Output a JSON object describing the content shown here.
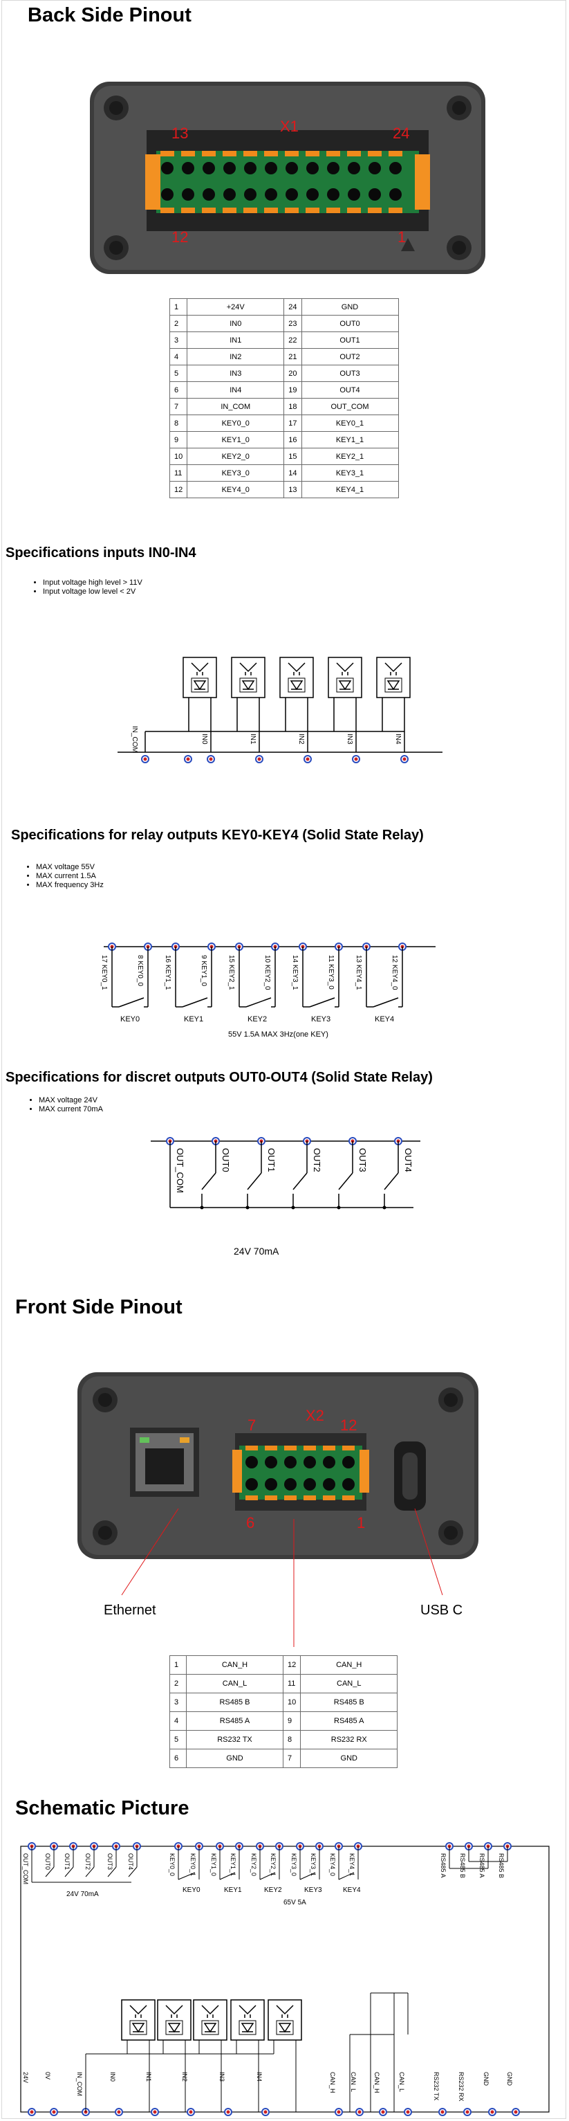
{
  "back": {
    "title": "Back Side Pinout",
    "connector": {
      "label": "X1",
      "pin13": "13",
      "pin24": "24",
      "pin12": "12",
      "pin1": "1"
    },
    "table": [
      [
        "1",
        "+24V",
        "24",
        "GND"
      ],
      [
        "2",
        "IN0",
        "23",
        "OUT0"
      ],
      [
        "3",
        "IN1",
        "22",
        "OUT1"
      ],
      [
        "4",
        "IN2",
        "21",
        "OUT2"
      ],
      [
        "5",
        "IN3",
        "20",
        "OUT3"
      ],
      [
        "6",
        "IN4",
        "19",
        "OUT4"
      ],
      [
        "7",
        "IN_COM",
        "18",
        "OUT_COM"
      ],
      [
        "8",
        "KEY0_0",
        "17",
        "KEY0_1"
      ],
      [
        "9",
        "KEY1_0",
        "16",
        "KEY1_1"
      ],
      [
        "10",
        "KEY2_0",
        "15",
        "KEY2_1"
      ],
      [
        "11",
        "KEY3_0",
        "14",
        "KEY3_1"
      ],
      [
        "12",
        "KEY4_0",
        "13",
        "KEY4_1"
      ]
    ]
  },
  "inputs": {
    "title": "Specifications inputs IN0-IN4",
    "bullets": [
      "Input voltage high level  > 11V",
      "Input voltage low level    < 2V"
    ],
    "labels": [
      "IN_COM",
      "IN0",
      "IN1",
      "IN2",
      "IN3",
      "IN4"
    ]
  },
  "relays": {
    "title": "Specifications for relay outputs KEY0-KEY4 (Solid State Relay)",
    "bullets": [
      "MAX voltage 55V",
      "MAX current 1.5A",
      "MAX frequency 3Hz"
    ],
    "pins": [
      "17 KEY0_1",
      "8 KEY0_0",
      "16 KEY1_1",
      "9 KEY1_0",
      "15 KEY2_1",
      "10 KEY2_0",
      "14 KEY3_1",
      "11 KEY3_0",
      "13 KEY4_1",
      "12 KEY4_0"
    ],
    "keys": [
      "KEY0",
      "KEY1",
      "KEY2",
      "KEY3",
      "KEY4"
    ],
    "note": "55V 1.5A  MAX 3Hz(one KEY)"
  },
  "discrete": {
    "title": "Specifications for discret outputs OUT0-OUT4 (Solid State Relay)",
    "bullets": [
      "MAX voltage 24V",
      "MAX current 70mA"
    ],
    "labels": [
      "OUT_COM",
      "OUT0",
      "OUT1",
      "OUT2",
      "OUT3",
      "OUT4"
    ],
    "note": "24V 70mA"
  },
  "front": {
    "title": "Front Side Pinout",
    "connector": {
      "label": "X2",
      "pin7": "7",
      "pin12": "12",
      "pin6": "6",
      "pin1": "1"
    },
    "ethernet": "Ethernet",
    "usbc": "USB C",
    "table": [
      [
        "1",
        "CAN_H",
        "12",
        "CAN_H"
      ],
      [
        "2",
        "CAN_L",
        "11",
        "CAN_L"
      ],
      [
        "3",
        "RS485 B",
        "10",
        "RS485 B"
      ],
      [
        "4",
        "RS485 A",
        "9",
        "RS485 A"
      ],
      [
        "5",
        "RS232 TX",
        "8",
        "RS232 RX"
      ],
      [
        "6",
        "GND",
        "7",
        "GND"
      ]
    ]
  },
  "schematic": {
    "title": "Schematic Picture",
    "top_labels": [
      "OUT_COM",
      "OUT0",
      "OUT1",
      "OUT2",
      "OUT3",
      "OUT4",
      "KEY0_0",
      "KEY0_1",
      "KEY1_0",
      "KEY1_1",
      "KEY2_0",
      "KEY2_1",
      "KEY3_0",
      "KEY3_1",
      "KEY4_0",
      "KEY4_1",
      "RS485 A",
      "RS485 B",
      "RS485 A",
      "RS485 B"
    ],
    "keys": [
      "KEY0",
      "KEY1",
      "KEY2",
      "KEY3",
      "KEY4"
    ],
    "note_out": "24V 70mA",
    "note_key": "65V 5A",
    "bottom_labels": [
      "24V",
      "0V",
      "IN_COM",
      "IN0",
      "IN1",
      "IN2",
      "IN3",
      "IN4",
      "CAN_H",
      "CAN_L",
      "CAN_H",
      "CAN_L",
      "RS232 TX",
      "RS232 RX",
      "GND",
      "GND"
    ]
  },
  "colors": {
    "accent_red": "#e0191b",
    "connector_green": "#1a7a3a",
    "connector_orange": "#f08a1c",
    "pin_red": "#cc2222",
    "node_blue": "#2a4bbd",
    "housing": "#4a4a4a"
  }
}
